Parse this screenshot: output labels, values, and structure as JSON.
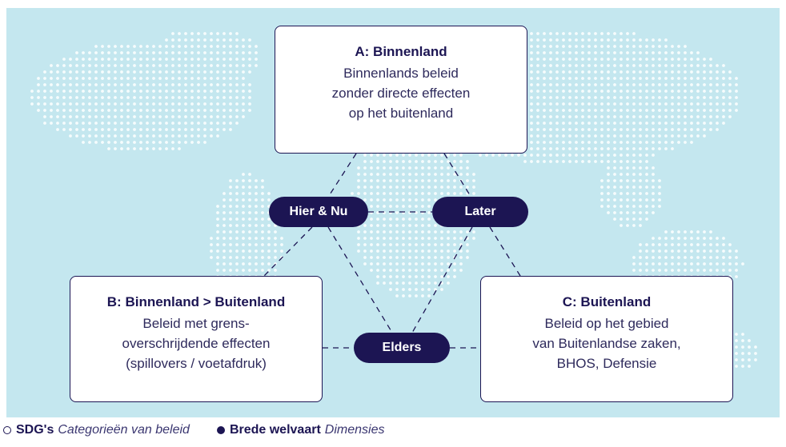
{
  "colors": {
    "background": "#c4e7ef",
    "navy": "#1c1553",
    "map_dots": "#ffffff"
  },
  "box_a": {
    "title": "A: Binnenland",
    "lines": [
      "Binnenlands beleid",
      "zonder directe effecten",
      "op het buitenland"
    ]
  },
  "box_b": {
    "title": "B: Binnenland > Buitenland",
    "lines": [
      "Beleid met grens-",
      "overschrijdende effecten",
      "(spillovers / voetafdruk)"
    ]
  },
  "box_c": {
    "title": "C: Buitenland",
    "lines": [
      "Beleid op het gebied",
      "van Buitenlandse zaken,",
      "BHOS, Defensie"
    ]
  },
  "pills": {
    "hier_nu": "Hier & Nu",
    "later": "Later",
    "elders": "Elders"
  },
  "legend": {
    "item1": {
      "symbol": "open-circle-icon",
      "bold": "SDG's",
      "italic": "Categorieën van beleid"
    },
    "item2": {
      "symbol": "filled-circle-icon",
      "bold": "Brede welvaart",
      "italic": "Dimensies"
    }
  }
}
